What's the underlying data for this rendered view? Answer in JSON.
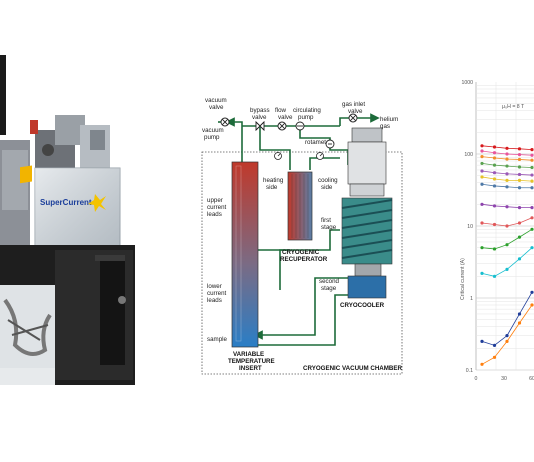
{
  "photo": {
    "brand": "SuperCurrent"
  },
  "diagram": {
    "labels": {
      "vacuum_valve": [
        "vacuum",
        "valve"
      ],
      "vacuum_pump": [
        "vacuum",
        "pump"
      ],
      "bypass_valve": [
        "bypass",
        "valve"
      ],
      "flow_valve": [
        "flow",
        "valve"
      ],
      "circulating_pump": [
        "circulating",
        "pump"
      ],
      "rotameter": "rotameter",
      "gas_inlet_valve": [
        "gas inlet",
        "valve"
      ],
      "helium_gas": [
        "helium",
        "gas"
      ],
      "heating_side": [
        "heating",
        "side"
      ],
      "cooling_side": [
        "cooling",
        "side"
      ],
      "upper_current_leads": [
        "upper",
        "current",
        "leads"
      ],
      "lower_current_leads": [
        "lower",
        "current",
        "leads"
      ],
      "sample": "sample",
      "first_stage": [
        "first",
        "stage"
      ],
      "second_stage": [
        "second",
        "stage"
      ],
      "cryogenic_recuperator": [
        "CRYOGENIC",
        "RECUPERATOR"
      ],
      "cryocooler": "CRYOCOOLER",
      "variable_temperature_insert": [
        "VARIABLE",
        "TEMPERATURE",
        "INSERT"
      ],
      "cryogenic_vacuum_chamber": "CRYOGENIC VACUUM CHAMBER"
    }
  },
  "chart_data": {
    "type": "scatter",
    "title": "",
    "ylabel": "Critical current (A)",
    "y_scale": "log",
    "ylim": [
      0.1,
      1000
    ],
    "y_ticks": [
      "1000",
      "100",
      "10",
      "1",
      "0.1"
    ],
    "x_ticks": [
      "0",
      "30",
      "60"
    ],
    "annotation": "μ₀H = 8 T",
    "series": [
      {
        "color": "#d7191c",
        "values": [
          130,
          125,
          120,
          118,
          115
        ]
      },
      {
        "color": "#e8559c",
        "values": [
          110,
          104,
          100,
          98,
          96
        ]
      },
      {
        "color": "#f28e2b",
        "values": [
          92,
          88,
          85,
          84,
          82
        ]
      },
      {
        "color": "#59a14f",
        "values": [
          74,
          70,
          68,
          66,
          65
        ]
      },
      {
        "color": "#9b59b6",
        "values": [
          58,
          55,
          53,
          52,
          51
        ]
      },
      {
        "color": "#e6c229",
        "values": [
          48,
          45,
          43,
          43,
          42
        ]
      },
      {
        "color": "#4e79a7",
        "values": [
          38,
          36,
          35,
          34,
          34
        ]
      },
      {
        "color": "#8e44ad",
        "values": [
          20,
          19,
          18.5,
          18,
          18
        ]
      },
      {
        "color": "#e15759",
        "values": [
          11,
          10.5,
          10,
          11,
          13
        ]
      },
      {
        "color": "#2ca02c",
        "values": [
          5,
          4.8,
          5.5,
          7,
          9
        ]
      },
      {
        "color": "#17becf",
        "values": [
          2.2,
          2.0,
          2.5,
          3.5,
          5
        ]
      },
      {
        "color": "#1f3d99",
        "values": [
          0.25,
          0.22,
          0.3,
          0.6,
          1.2
        ]
      },
      {
        "color": "#ff7f0e",
        "values": [
          0.12,
          0.15,
          0.25,
          0.45,
          0.8
        ]
      }
    ]
  }
}
